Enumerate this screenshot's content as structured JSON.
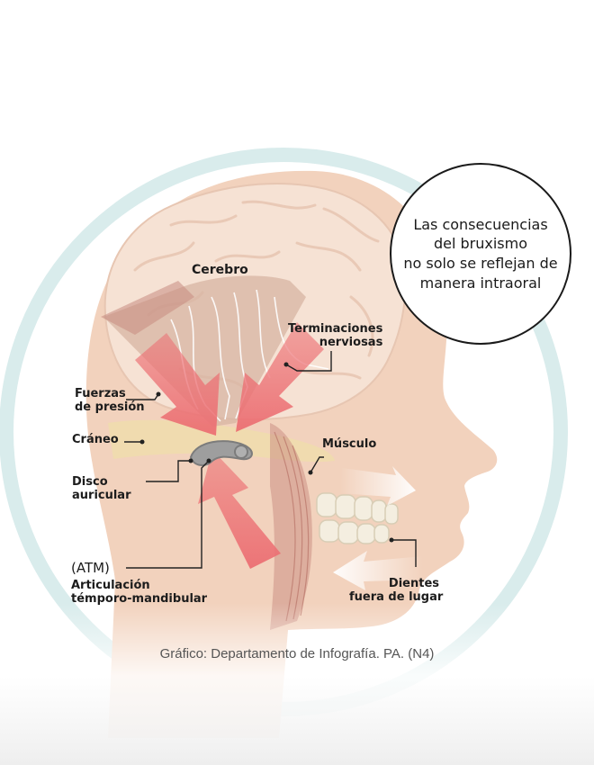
{
  "colors": {
    "background": "#ffffff",
    "ring": "#d9ecec",
    "skin": "#f2d2bd",
    "brain": "#f6e2d4",
    "bone": "#efdcad",
    "muscle": "#c78a80",
    "arrow": "#ec6f73",
    "tooth": "#f4eee0",
    "text": "#1c1c1c",
    "credit_text": "#555555"
  },
  "callout": {
    "lines": [
      "Las consecuencias",
      "del bruxismo",
      "no solo se reflejan de",
      "manera intraoral"
    ]
  },
  "labels": {
    "cerebro": "Cerebro",
    "terminaciones": [
      "Terminaciones",
      "nerviosas"
    ],
    "fuerzas": [
      "Fuerzas",
      "de presión"
    ],
    "craneo": "Cráneo",
    "musculo": "Músculo",
    "disco": [
      "Disco",
      "auricular"
    ],
    "atm": "(ATM)",
    "articulacion": [
      "Articulación",
      "témporo-mandibular"
    ],
    "dientes": [
      "Dientes",
      "fuera de lugar"
    ]
  },
  "credit": "Gráfico: Departamento de Infografía. PA. (N4)"
}
